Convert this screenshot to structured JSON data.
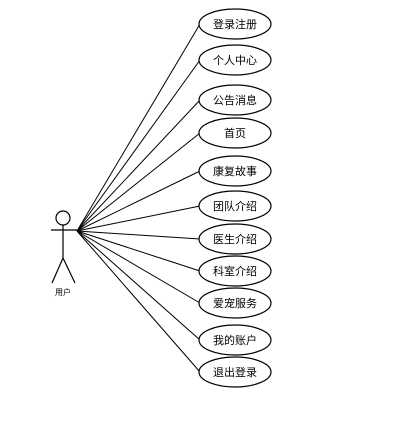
{
  "actor": {
    "name": "用户"
  },
  "use_cases": [
    {
      "label": "登录注册"
    },
    {
      "label": "个人中心"
    },
    {
      "label": "公告消息"
    },
    {
      "label": "首页"
    },
    {
      "label": "康复故事"
    },
    {
      "label": "团队介绍"
    },
    {
      "label": "医生介绍"
    },
    {
      "label": "科室介绍"
    },
    {
      "label": "爱宠服务"
    },
    {
      "label": "我的账户"
    },
    {
      "label": "退出登录"
    }
  ],
  "colors": {
    "stroke": "#000000",
    "background": "#ffffff"
  }
}
